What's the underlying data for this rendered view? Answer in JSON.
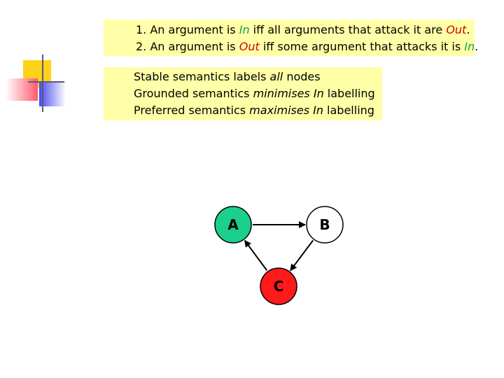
{
  "rules": {
    "line1": {
      "a": "1. An argument is ",
      "b": "In",
      "c": " iff all arguments that attack it are ",
      "d": "Out",
      "e": "."
    },
    "line2": {
      "a": "2. An argument is ",
      "b": "Out",
      "c": " iff some argument that attacks it is ",
      "d": "In",
      "e": "."
    }
  },
  "semantics": {
    "stable": {
      "a": "Stable semantics labels ",
      "b": "all",
      "c": " nodes"
    },
    "grounded": {
      "a": "Grounded semantics ",
      "b": "minimises In",
      "c": " labelling"
    },
    "preferred": {
      "a": "Preferred semantics ",
      "b": "maximises In",
      "c": " labelling"
    }
  },
  "graph": {
    "nodes": [
      {
        "id": "A",
        "label": "A",
        "color": "#1ad08c"
      },
      {
        "id": "B",
        "label": "B",
        "color": "#ffffff"
      },
      {
        "id": "C",
        "label": "C",
        "color": "#ff1a1a"
      }
    ],
    "edges": [
      {
        "from": "A",
        "to": "B"
      },
      {
        "from": "B",
        "to": "C"
      },
      {
        "from": "C",
        "to": "A"
      }
    ]
  }
}
